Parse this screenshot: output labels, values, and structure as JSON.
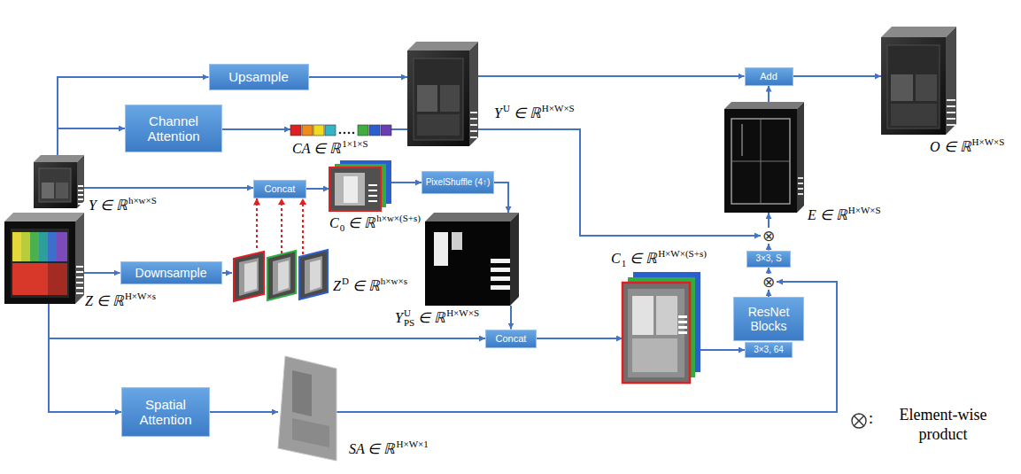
{
  "diagram": {
    "nodes": [
      {
        "text": [
          "Y ∈ ℝ",
          "h×w×S"
        ]
      },
      {
        "text": [
          "Z ∈ ℝ",
          "H×W×s"
        ]
      },
      {
        "text": [
          "Upsample"
        ]
      },
      {
        "text": [
          "Channel Attention"
        ]
      },
      {
        "text": [
          "Downsample"
        ]
      },
      {
        "text": [
          "Spatial Attention"
        ]
      },
      {
        "text": [
          "Concat"
        ]
      },
      {
        "text": [
          "Z",
          "D",
          "∈ ℝ",
          "h×w×s"
        ]
      },
      {
        "text": [
          "C",
          "0",
          "∈ ℝ",
          "h×w×(S+s)"
        ]
      },
      {
        "text": [
          "CA ∈ ℝ",
          "1×1×S"
        ]
      },
      {
        "text": [
          "Y",
          "U",
          "∈ ℝ",
          "H×W×S"
        ]
      },
      {
        "text": [
          "PixelShuffle (4↑)"
        ]
      },
      {
        "text": [
          "Y",
          "U",
          "PS",
          "∈ ℝ",
          "H×W×S"
        ]
      },
      {
        "text": [
          "Concat"
        ]
      },
      {
        "text": [
          "C",
          "1",
          "∈ ℝ",
          "H×W×(S+s)"
        ]
      },
      {
        "text": [
          "SA ∈ ℝ",
          "H×W×1"
        ]
      },
      {
        "text": [
          "ResNet Blocks"
        ]
      },
      {
        "text": [
          "3×3, 64"
        ]
      },
      {
        "text": [
          "⊗"
        ]
      },
      {
        "text": [
          "3×3, S"
        ]
      },
      {
        "text": [
          "⊗"
        ]
      },
      {
        "text": [
          "E ∈ ℝ",
          "H×W×S"
        ]
      },
      {
        "text": [
          "Add"
        ]
      },
      {
        "text": [
          "O ∈ ℝ",
          "H×W×S"
        ]
      }
    ],
    "edges": [
      {
        "from": 0,
        "to": 2,
        "arrow": "to"
      },
      {
        "from": 0,
        "to": 3,
        "arrow": "to"
      },
      {
        "from": 0,
        "to": 6,
        "arrow": "to"
      },
      {
        "from": 2,
        "to": 10,
        "arrow": "to"
      },
      {
        "from": 3,
        "to": 9,
        "arrow": "to"
      },
      {
        "from": 9,
        "to": 20,
        "arrow": "to"
      },
      {
        "from": 6,
        "to": 8,
        "arrow": "to"
      },
      {
        "from": 1,
        "to": 4,
        "arrow": "to"
      },
      {
        "from": 4,
        "to": 7,
        "arrow": "to"
      },
      {
        "from": 7,
        "to": 6,
        "arrow": "to"
      },
      {
        "from": 8,
        "to": 11,
        "arrow": "to"
      },
      {
        "from": 11,
        "to": 12,
        "arrow": "to"
      },
      {
        "from": 12,
        "to": 13,
        "arrow": "to"
      },
      {
        "from": 1,
        "to": 13,
        "arrow": "to"
      },
      {
        "from": 1,
        "to": 5,
        "arrow": "to"
      },
      {
        "from": 5,
        "to": 15,
        "arrow": "to"
      },
      {
        "from": 13,
        "to": 14,
        "arrow": "to"
      },
      {
        "from": 15,
        "to": 18,
        "arrow": "to"
      },
      {
        "from": 14,
        "to": 17,
        "arrow": "to"
      },
      {
        "from": 16,
        "to": 18,
        "arrow": "to"
      },
      {
        "from": 18,
        "to": 19,
        "arrow": "to"
      },
      {
        "from": 19,
        "to": 20,
        "arrow": "to"
      },
      {
        "from": 20,
        "to": 21,
        "arrow": "to"
      },
      {
        "from": 21,
        "to": 22,
        "arrow": "to"
      },
      {
        "from": 10,
        "to": 22,
        "arrow": "to"
      },
      {
        "from": 22,
        "to": 23,
        "arrow": "to"
      }
    ],
    "labels": [
      ":"
    ],
    "legend": [
      {
        "text": "Element-wise product"
      }
    ]
  }
}
